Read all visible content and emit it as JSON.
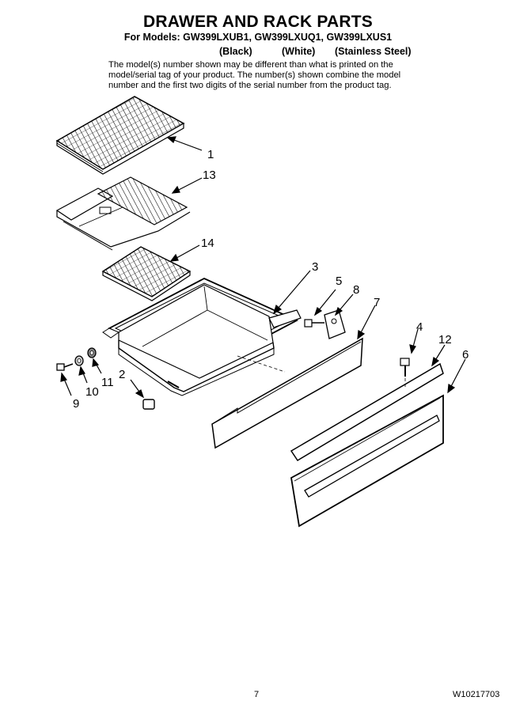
{
  "header": {
    "title": "DRAWER AND RACK PARTS",
    "models": "For Models: GW399LXUB1, GW399LXUQ1, GW399LXUS1",
    "colors": [
      "(Black)",
      "(White)",
      "(Stainless Steel)"
    ],
    "note_lines": [
      "The model(s) number shown may be different than what is printed on the",
      "model/serial tag of your product. The number(s) shown combine the model",
      "number and the first two digits of the serial number from the product tag."
    ]
  },
  "callouts": [
    {
      "label": "1"
    },
    {
      "label": "13"
    },
    {
      "label": "14"
    },
    {
      "label": "3"
    },
    {
      "label": "5"
    },
    {
      "label": "8"
    },
    {
      "label": "7"
    },
    {
      "label": "4"
    },
    {
      "label": "12"
    },
    {
      "label": "6"
    },
    {
      "label": "2"
    },
    {
      "label": "9"
    },
    {
      "label": "10"
    },
    {
      "label": "11"
    }
  ],
  "footer": {
    "page_number": "7",
    "doc_number": "W10217703"
  }
}
